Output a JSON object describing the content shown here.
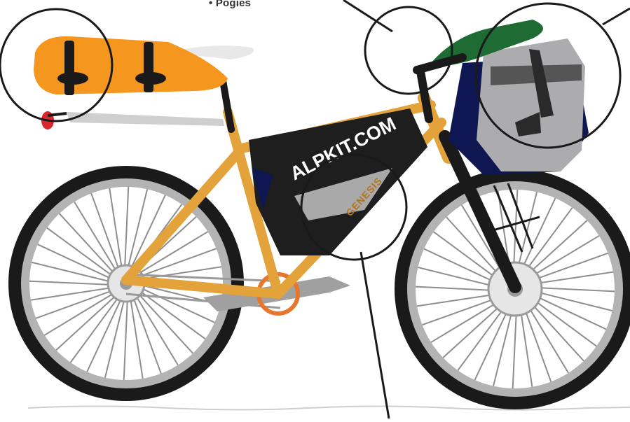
{
  "top_label": "• Pogies",
  "frame_bag_text": "ALPKIT.COM",
  "frame_brand_text": "GENESIS",
  "colors": {
    "frame": "#E3A33A",
    "seat_pack": "#F5961F",
    "tire": "#1A1A1A",
    "rim": "#B3B3B3",
    "frame_bag": "#1E1E1E",
    "front_bag_green": "#1E6B34",
    "front_bag_grey": "#ACACAE",
    "front_bag_navy": "#0F1752",
    "chainring": "#E8772E",
    "tail_light": "#D8262F"
  },
  "icons": {
    "callout_marker": "circle-callout"
  }
}
